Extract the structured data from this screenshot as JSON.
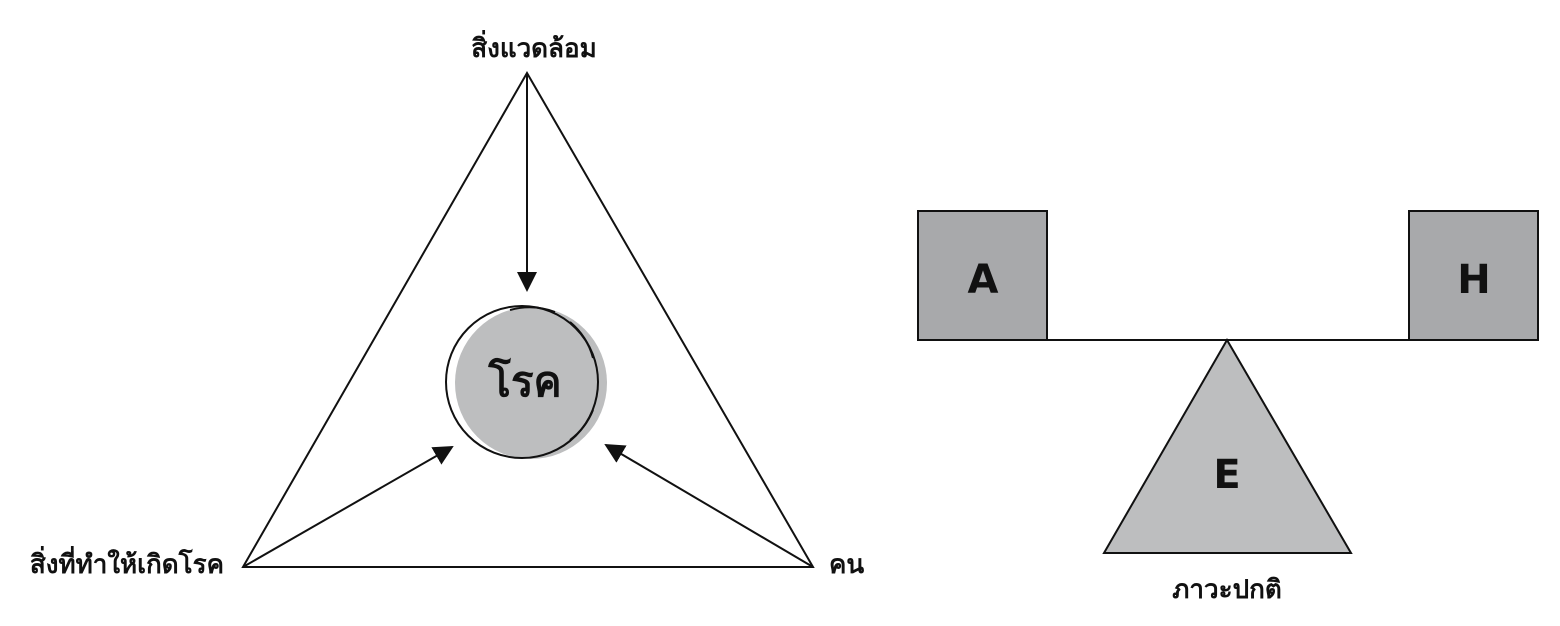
{
  "triangle_diagram": {
    "top_label": "สิ่งแวดล้อม",
    "left_label": "สิ่งที่ทำให้เกิดโรค",
    "right_label": "คน",
    "center_label": "โรค"
  },
  "balance_diagram": {
    "left_box_label": "A",
    "right_box_label": "H",
    "fulcrum_label": "E",
    "caption": "ภาวะปกติ"
  },
  "colors": {
    "stroke": "#111111",
    "circle_fill": "#bdbebf",
    "box_fill": "#a8a9ab",
    "fulcrum_fill": "#bdbebf",
    "background": "#ffffff"
  }
}
